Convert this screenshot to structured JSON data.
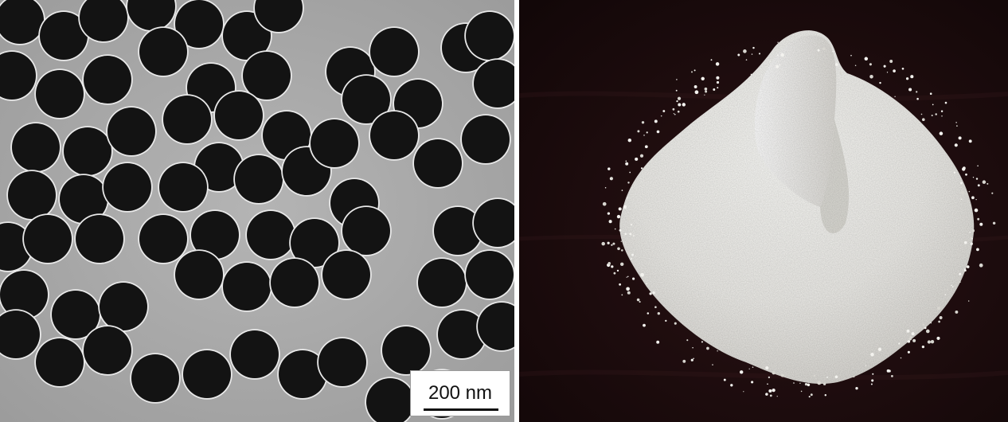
{
  "figure": {
    "left_panel": {
      "description_icon": "tem-micrograph-spheres",
      "scale_bar": {
        "label": "200 nm"
      }
    },
    "right_panel": {
      "description_icon": "white-powder-photo"
    }
  },
  "colors": {
    "tem_background": "#a9a9a9",
    "sphere": "#121212",
    "sphere_halo": "#ececec",
    "photo_background": "#1a0b0c",
    "powder": "#f1f0ec"
  }
}
